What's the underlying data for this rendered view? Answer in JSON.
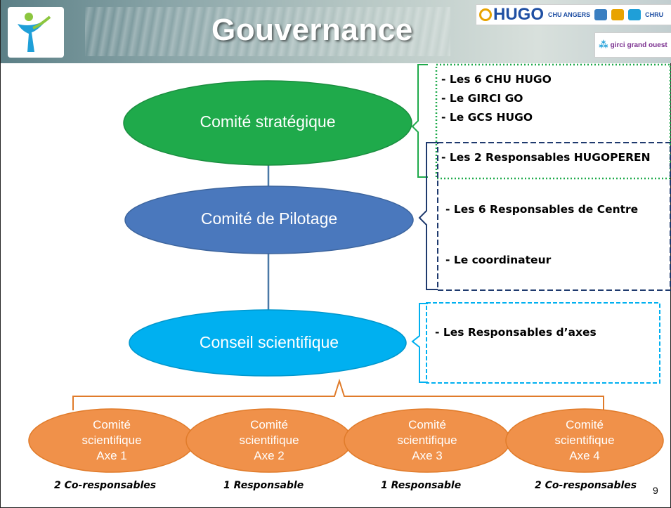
{
  "header": {
    "title": "Gouvernance",
    "partner_logo_text": "HUGO",
    "partner_small_1": "CHU ANGERS",
    "partner_small_2": "CHRU",
    "girci_logo_text": "girci grand ouest"
  },
  "committees": {
    "strategique": "Comité stratégique",
    "pilotage": "Comité de Pilotage",
    "conseil": "Conseil scientifique"
  },
  "lists": {
    "strategique": [
      "- Les 6 CHU HUGO",
      "- Le GIRCI GO",
      "- Le GCS HUGO"
    ],
    "shared": "- Les 2 Responsables HUGOPEREN",
    "pilotage": [
      "-  Les 6 Responsables de Centre",
      "-  Le coordinateur"
    ],
    "conseil": [
      "-  Les Responsables d’axes"
    ]
  },
  "axes": [
    {
      "line1": "Comité",
      "line2": "scientifique",
      "line3": "Axe 1",
      "caption": "2 Co-responsables"
    },
    {
      "line1": "Comité",
      "line2": "scientifique",
      "line3": "Axe 2",
      "caption": "1 Responsable"
    },
    {
      "line1": "Comité",
      "line2": "scientifique",
      "line3": "Axe 3",
      "caption": "1 Responsable"
    },
    {
      "line1": "Comité",
      "line2": "scientifique",
      "line3": "Axe 4",
      "caption": "2 Co-responsables"
    }
  ],
  "page_number": "9",
  "colors": {
    "strategique": "#1faa4b",
    "pilotage": "#4a78bd",
    "conseil": "#00b0f0",
    "axes": "#f0914a",
    "axes_stroke": "#e07b2a",
    "connector": "#4a78a6",
    "green_brace": "#1faa4b",
    "navy_brace": "#1f3a6e",
    "cyan_brace": "#00b0f0",
    "orange_brace": "#e07b2a"
  },
  "icons": [
    "person-logo-icon",
    "hugo-logo-icon",
    "girci-logo-icon"
  ]
}
